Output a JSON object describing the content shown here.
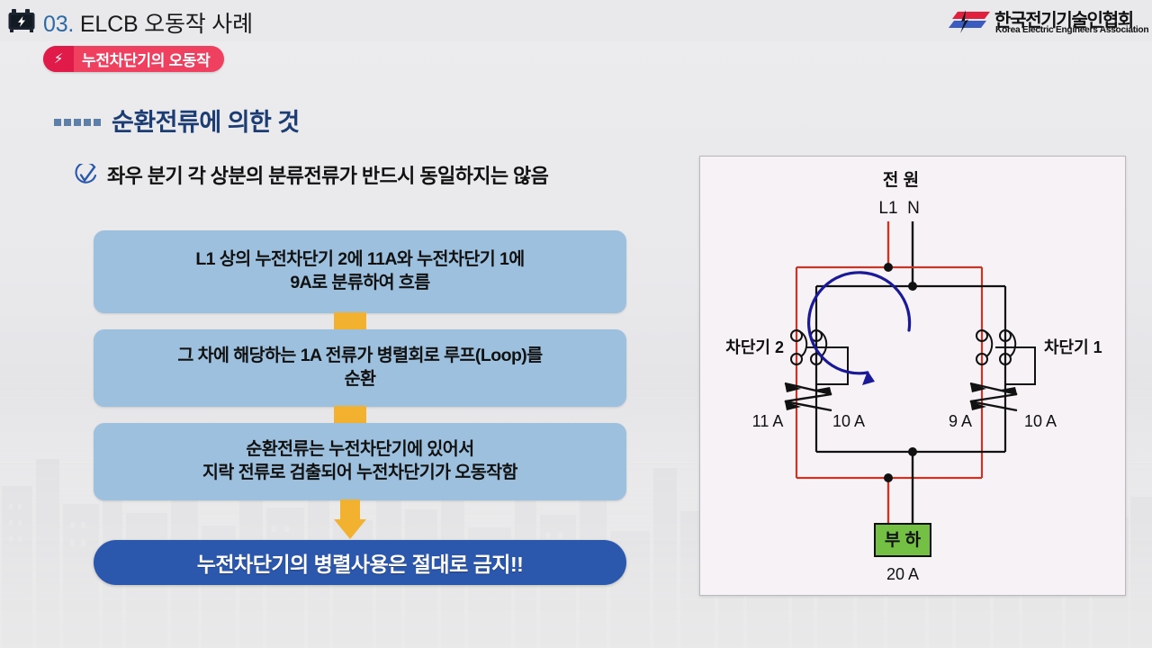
{
  "header": {
    "number": "03.",
    "title": "ELCB 오동작 사례",
    "battery_icon": "battery-bolt-icon",
    "badge": {
      "bolt_icon": "lightning-bolt-icon",
      "label": "누전차단기의 오동작"
    },
    "logo": {
      "korean": "한국전기기술인협회",
      "english": "Korea Electric Engineers Association",
      "mark_icon": "kea-logo-mark-icon"
    }
  },
  "section": {
    "heading": "순환전류에 의한 것",
    "bullet_icon": "square-bullets-icon",
    "subheading": "좌우 분기 각 상분의 분류전류가 반드시 동일하지는 않음",
    "subheading_icon": "check-circle-icon"
  },
  "flow": {
    "boxes": [
      {
        "line1": "L1 상의 누전차단기 2에 11A와 누전차단기 1에",
        "line2": "9A로 분류하여 흐름"
      },
      {
        "line1": "그 차에 해당하는 1A 전류가 병렬회로 루프(Loop)를",
        "line2": "순환"
      },
      {
        "line1": "순환전류는 누전차단기에 있어서",
        "line2": "지락 전류로 검출되어 누전차단기가 오동작함"
      }
    ],
    "connector_icon": "flow-connector-icon",
    "arrow_icon": "arrow-down-icon",
    "conclusion": "누전차단기의 병렬사용은 절대로 금지!!"
  },
  "circuit": {
    "source_label": "전 원",
    "phase_label": "L1",
    "neutral_label": "N",
    "breaker_left": "차단기 2",
    "breaker_right": "차단기 1",
    "current_far_left": "11 A",
    "current_left": "10 A",
    "current_right": "9 A",
    "current_far_right": "10 A",
    "load_label": "부 하",
    "load_current": "20 A",
    "loop_arrow_icon": "circulating-current-arrow-icon",
    "colors": {
      "line_phase": "#c0392b",
      "line_neutral": "#111111",
      "loop_arrow": "#1a1a99",
      "load_fill": "#74c044",
      "panel_bg": "#f7f2f6"
    }
  },
  "theme": {
    "accent_pink": "#ef4060",
    "accent_blue": "#2b57ad",
    "box_blue": "#9cc0dd",
    "connector_orange": "#f3b130",
    "heading_navy": "#1c3d73"
  }
}
